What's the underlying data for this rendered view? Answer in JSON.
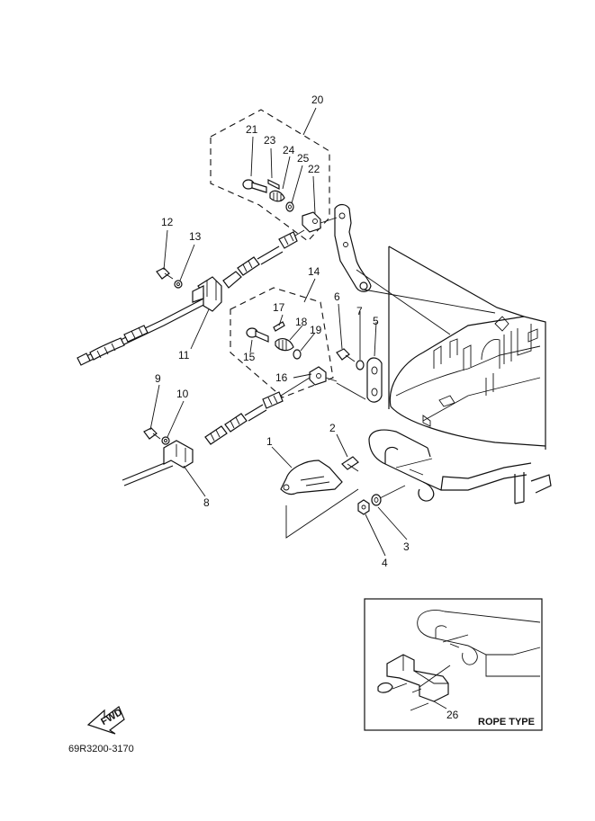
{
  "callouts": {
    "c1": "1",
    "c2": "2",
    "c3": "3",
    "c4": "4",
    "c5": "5",
    "c6": "6",
    "c7": "7",
    "c8": "8",
    "c9": "9",
    "c10": "10",
    "c11": "11",
    "c12": "12",
    "c13": "13",
    "c14": "14",
    "c15": "15",
    "c16": "16",
    "c17": "17",
    "c18": "18",
    "c19": "19",
    "c20": "20",
    "c21": "21",
    "c22": "22",
    "c23": "23",
    "c24": "24",
    "c25": "25",
    "c26": "26"
  },
  "inset": {
    "label": "ROPE TYPE"
  },
  "fwd": {
    "label": "FWD"
  },
  "footer": {
    "code": "69R3200-3170"
  }
}
